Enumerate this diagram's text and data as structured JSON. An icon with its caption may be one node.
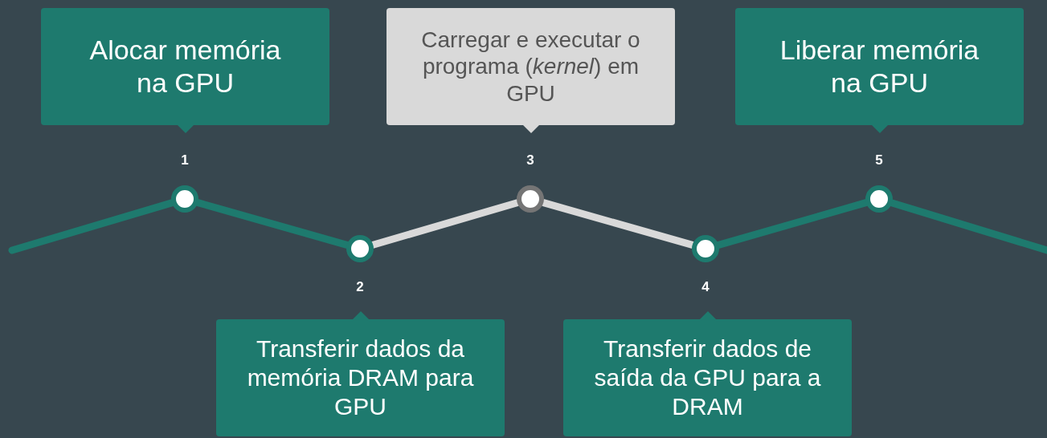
{
  "diagram": {
    "nodes": [
      {
        "text": [
          "Alocar memória na GPU"
        ]
      },
      {
        "text": [
          "Transferir dados da memória DRAM para GPU"
        ]
      },
      {
        "text": [
          "Carregar e executar o programa (*kernel*) em GPU"
        ]
      },
      {
        "text": [
          "Transferir dados de saída da GPU para a DRAM"
        ]
      },
      {
        "text": [
          "Liberar memória na GPU"
        ]
      },
      {
        "text": [],
        "shape": "circle",
        "beside": [
          "1"
        ]
      },
      {
        "text": [],
        "shape": "circle",
        "beside": [
          "2"
        ]
      },
      {
        "text": [],
        "shape": "circle",
        "beside": [
          "3"
        ]
      },
      {
        "text": [],
        "shape": "circle",
        "beside": [
          "4"
        ]
      },
      {
        "text": [],
        "shape": "circle",
        "beside": [
          "5"
        ]
      }
    ],
    "edges": [
      {
        "from": null,
        "to": 5,
        "arrow": "none"
      },
      {
        "from": 5,
        "to": 6,
        "arrow": "none"
      },
      {
        "from": 6,
        "to": 7,
        "arrow": "none",
        "color": "#d9d9d9"
      },
      {
        "from": 7,
        "to": 8,
        "arrow": "none",
        "color": "#d9d9d9"
      },
      {
        "from": 8,
        "to": 9,
        "arrow": "none"
      },
      {
        "from": 9,
        "to": null,
        "arrow": "none"
      }
    ]
  }
}
